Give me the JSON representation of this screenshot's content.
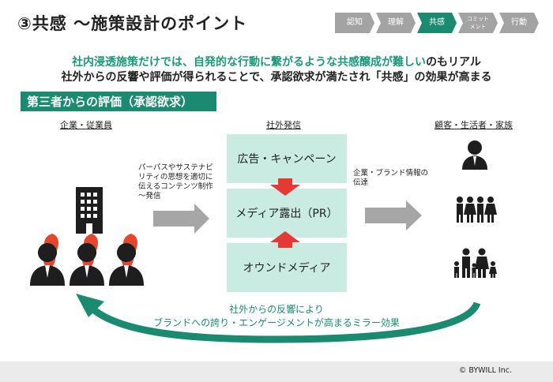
{
  "header": {
    "title": "③共感 〜施策設計のポイント",
    "steps": [
      {
        "label": "認知",
        "active": false
      },
      {
        "label": "理解",
        "active": false
      },
      {
        "label": "共感",
        "active": true
      },
      {
        "label": "コミット\nメント",
        "active": false
      },
      {
        "label": "行動",
        "active": false
      }
    ]
  },
  "lead": {
    "line1_highlight": "社内浸透施策だけでは、自発的な行動に繋がるような共感醸成が難しい",
    "line1_rest": "のもリアル",
    "line2": "社外からの反響や評価が得られることで、承認欲求が満たされ「共感」の効果が高まる"
  },
  "section_title": "第三者からの評価（承認欲求）",
  "columns": {
    "left": "企業・従業員",
    "center": "社外発信",
    "right": "顧客・生活者・家族"
  },
  "center_boxes": [
    "広告・キャンペーン",
    "メディア露出（PR）",
    "オウンドメディア"
  ],
  "notes": {
    "left": [
      "パーパスやサステナビ",
      "リティの思想を適切に",
      "伝えるコンテンツ制作",
      "〜発信"
    ],
    "right": [
      "企業・ブランド情報の",
      "伝達"
    ]
  },
  "feedback": {
    "line1": "社外からの反響により",
    "line2": "ブランドへの誇り・エンゲージメントが高まるミラー効果"
  },
  "footer": {
    "copyright": "© BYWILL Inc."
  },
  "colors": {
    "accent": "#1a8a70",
    "box": "#c9ebe2",
    "arrow_gray": "#a6a6a6",
    "arrow_red": "#e53935",
    "flame": "#e8452f"
  }
}
